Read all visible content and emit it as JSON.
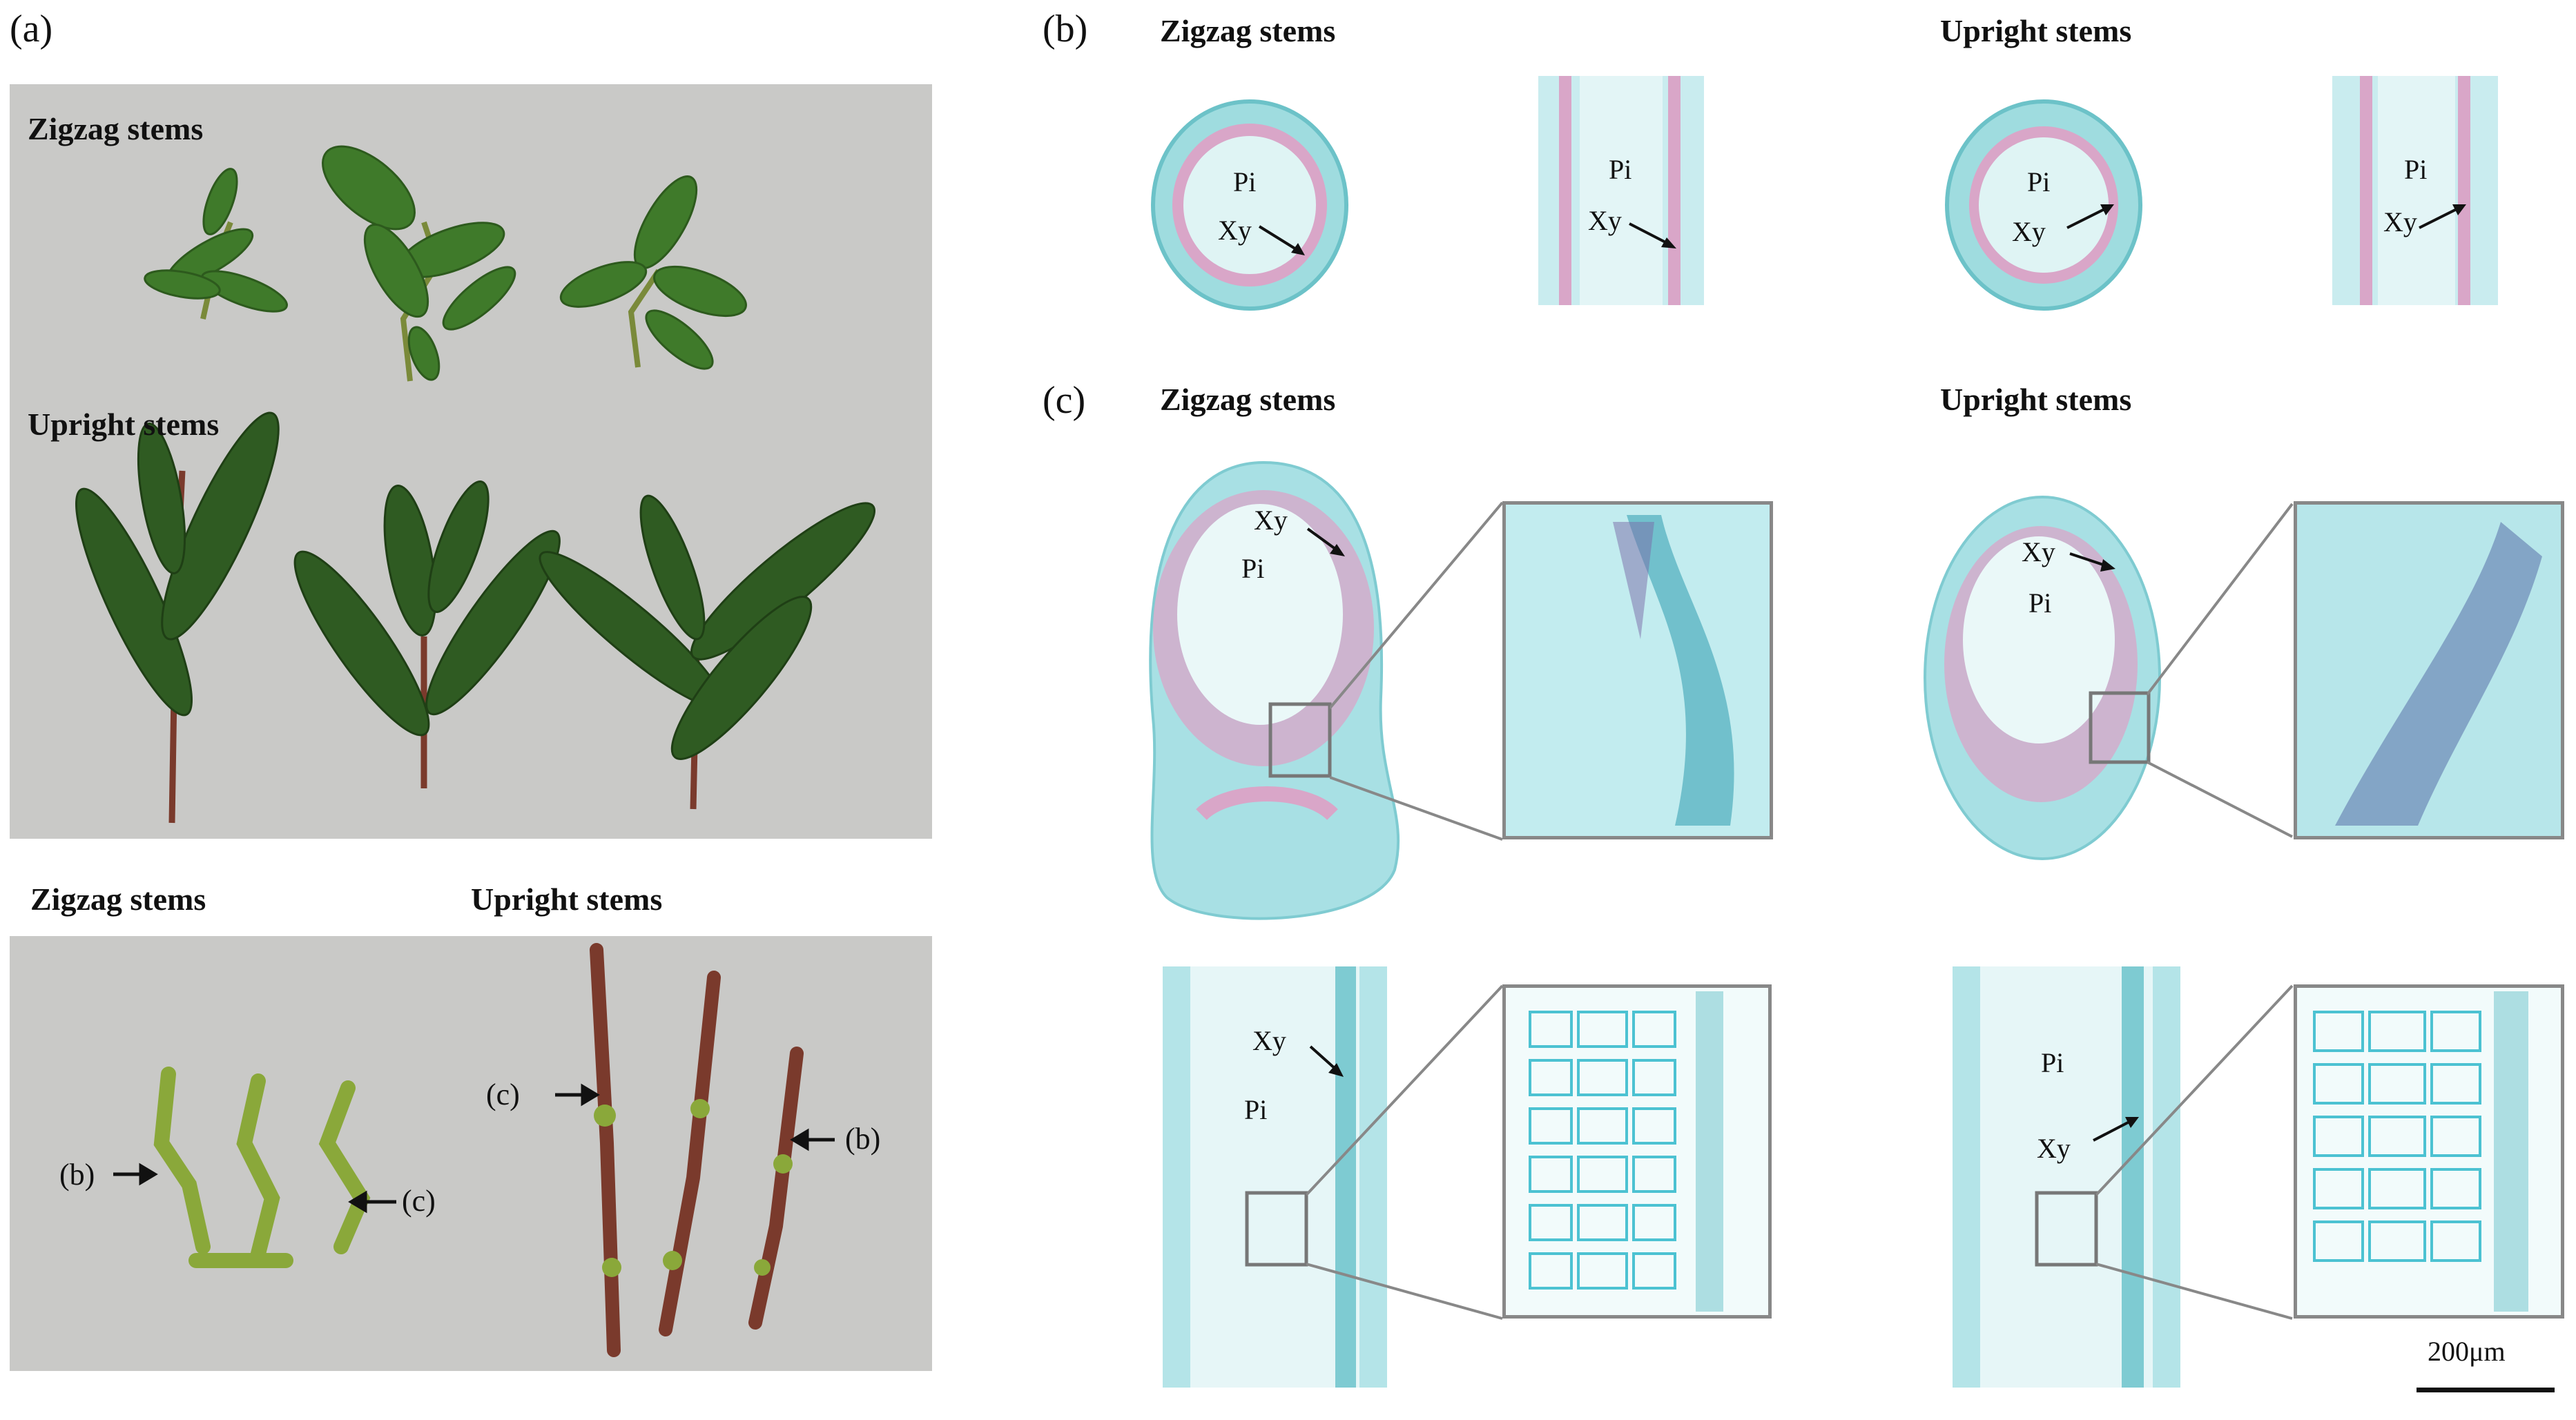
{
  "panels": {
    "a": {
      "letter": "(a)",
      "top_group_label": "Zigzag stems",
      "mid_group_label": "Upright stems",
      "bottom_left_label": "Zigzag stems",
      "bottom_right_label": "Upright stems",
      "arrow_b": "(b)",
      "arrow_c": "(c)"
    },
    "b": {
      "letter": "(b)",
      "left_title": "Zigzag stems",
      "right_title": "Upright stems",
      "pith": "Pi",
      "xylem": "Xy"
    },
    "c": {
      "letter": "(c)",
      "left_title": "Zigzag stems",
      "right_title": "Upright stems",
      "pith": "Pi",
      "xylem": "Xy"
    }
  },
  "scale_bar": {
    "label": "200μm"
  },
  "colors": {
    "photo_bg": "#c9c9c7",
    "tissue_blue": "#8fd3d8",
    "tissue_pink": "#d9a6c8",
    "stem_red": "#7a3a2c",
    "leaf_green": "#2f5b22",
    "inset_frame": "#888888"
  }
}
